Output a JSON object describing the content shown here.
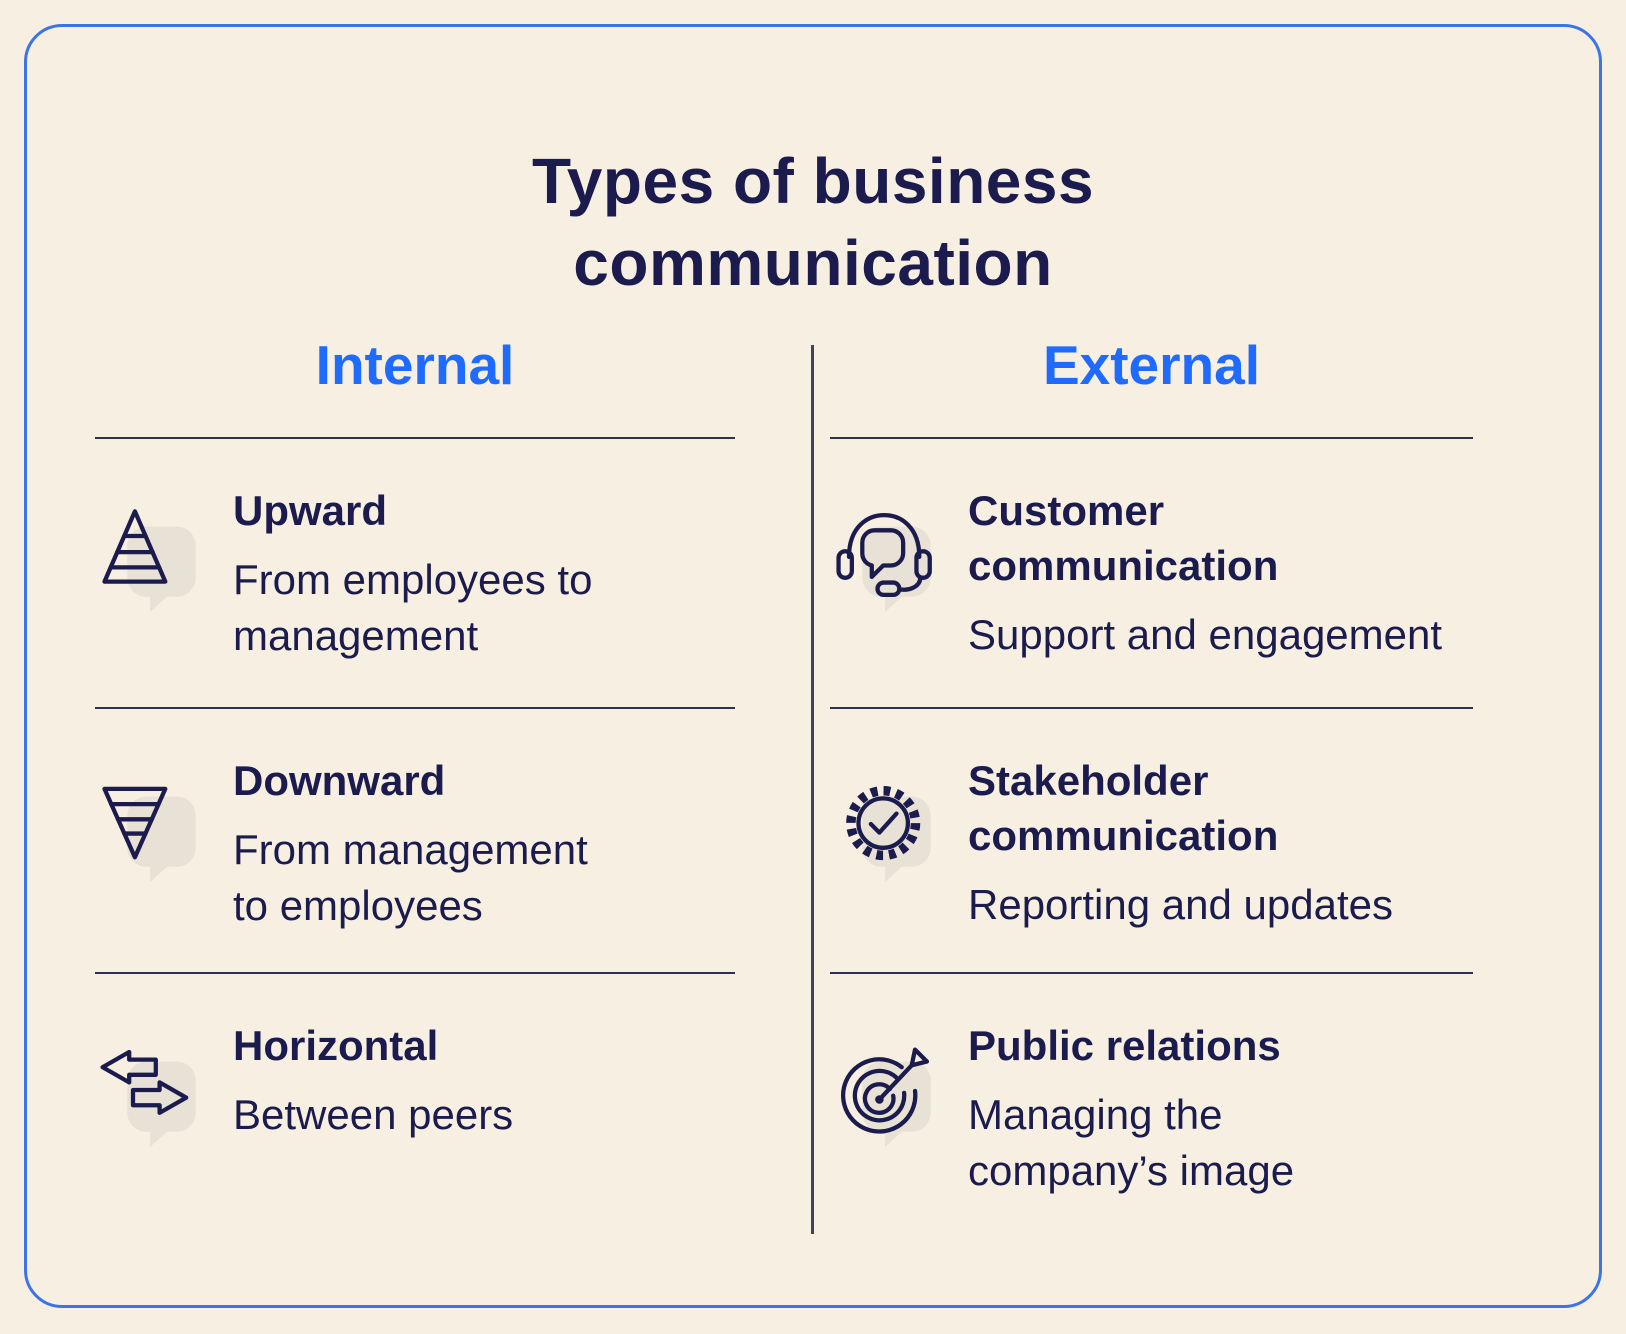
{
  "title": "Types of business\ncommunication",
  "columns": [
    {
      "heading": "Internal",
      "items": [
        {
          "icon": "pyramid-up-icon",
          "title": "Upward",
          "desc": "From employees to\nmanagement"
        },
        {
          "icon": "pyramid-down-icon",
          "title": "Downward",
          "desc": "From management\nto employees"
        },
        {
          "icon": "arrows-left-right-icon",
          "title": "Horizontal",
          "desc": "Between peers"
        }
      ]
    },
    {
      "heading": "External",
      "items": [
        {
          "icon": "headset-icon",
          "title": "Customer\ncommunication",
          "desc": "Support and engagement"
        },
        {
          "icon": "badge-check-icon",
          "title": "Stakeholder\ncommunication",
          "desc": "Reporting and updates"
        },
        {
          "icon": "target-arrow-icon",
          "title": "Public relations",
          "desc": "Managing the\ncompany’s image"
        }
      ]
    }
  ],
  "colors": {
    "background": "#f7f0e2",
    "frame_border": "#3b74e8",
    "heading_blue": "#1f6bff",
    "text_navy": "#1b1b4d",
    "divider": "#3f4458",
    "rule": "#2e3052",
    "bubble": "#e8e2d6"
  }
}
